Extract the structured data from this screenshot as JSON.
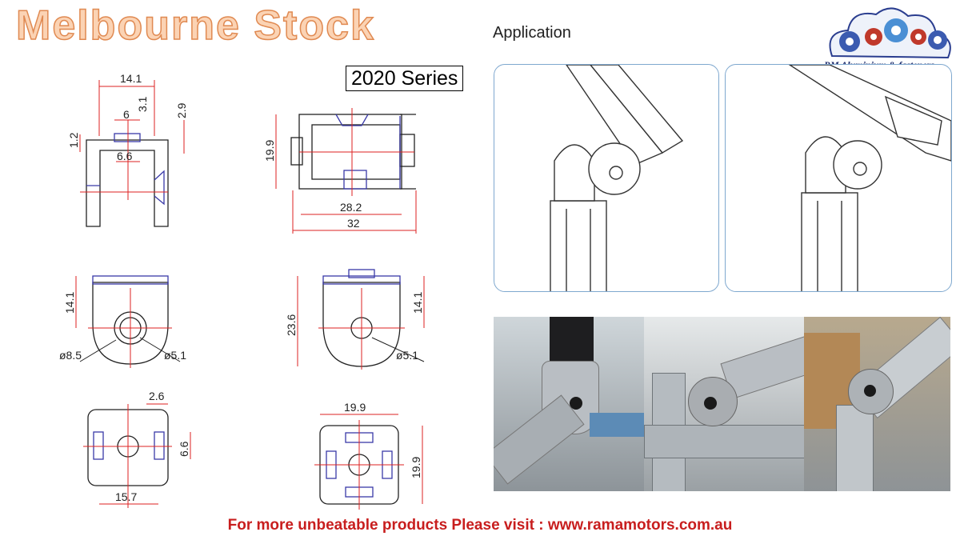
{
  "header": {
    "title": "Melbourne  Stock",
    "series_label": "2020 Series",
    "application_label": "Application"
  },
  "logo": {
    "brand_text": "RM Aluminium & fasteners"
  },
  "drawings": {
    "top_left": {
      "width": "14.1",
      "slot": "6",
      "lip": "3.1",
      "depth": "2.9",
      "thickness": "1.2",
      "inner": "6.6"
    },
    "top_right": {
      "height": "19.9",
      "inner_length": "28.2",
      "length": "32"
    },
    "mid_left": {
      "height": "14.1",
      "outer_dia": "ø8.5",
      "hole_dia": "ø5.1"
    },
    "mid_right": {
      "height": "23.6",
      "inner_height": "14.1",
      "hole_dia": "ø5.1"
    },
    "bottom_left": {
      "gap": "2.6",
      "slot": "6.6",
      "width": "15.7"
    },
    "bottom_right": {
      "width": "19.9",
      "height": "19.9"
    }
  },
  "footer": {
    "text": "For more unbeatable products Please visit : www.ramamotors.com.au"
  }
}
